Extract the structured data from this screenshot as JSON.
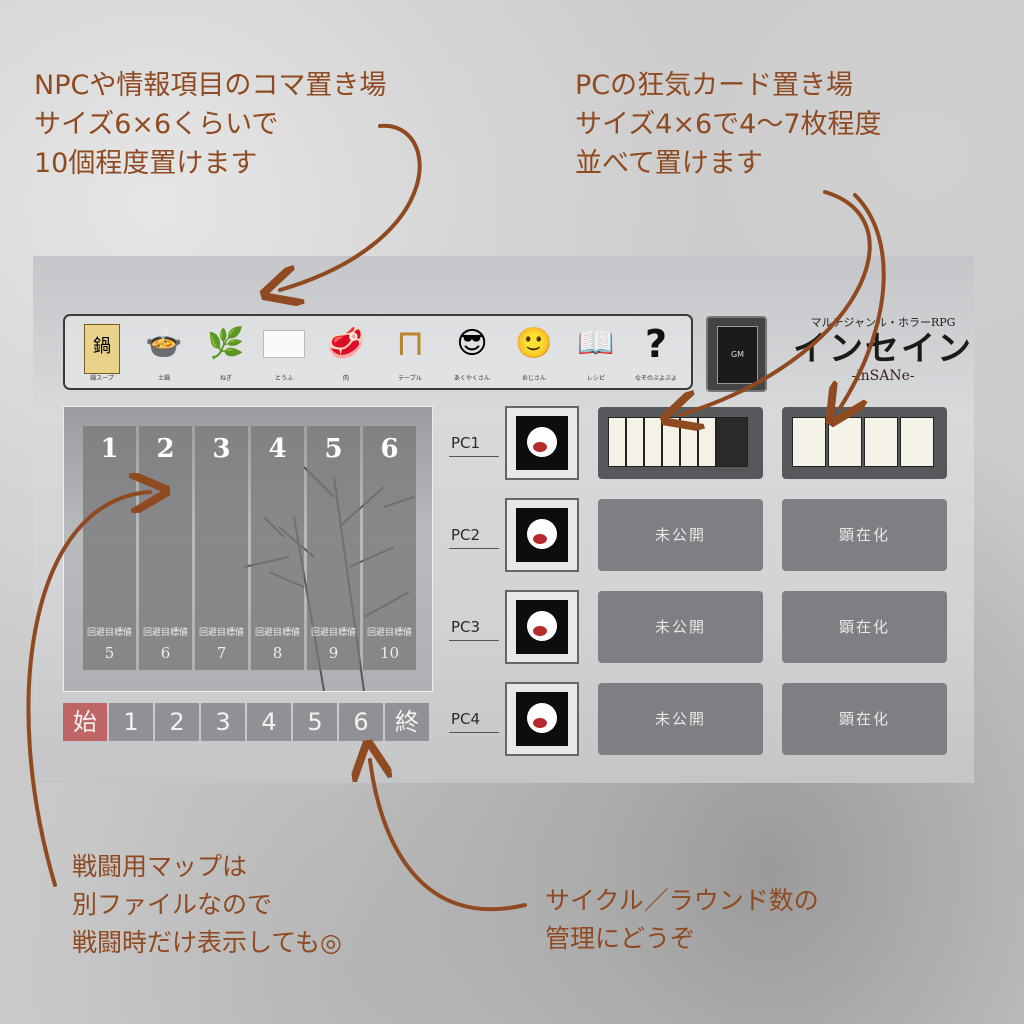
{
  "annotations": {
    "npc_area": "NPCや情報項目のコマ置き場\nサイズ6×6くらいで\n10個程度置けます",
    "pc_area": "PCの狂気カード置き場\nサイズ4×6で4〜7枚程度\n並べて置けます",
    "battle_map": "戦闘用マップは\n別ファイルなので\n戦闘時だけ表示しても◎",
    "cycle": "サイクル／ラウンド数の\n管理にどうぞ"
  },
  "npc_pieces": [
    {
      "label": "鍋スープ",
      "icon": "soup-pack-icon",
      "glyph": "鍋"
    },
    {
      "label": "土鍋",
      "icon": "clay-pot-icon",
      "glyph": "🍲"
    },
    {
      "label": "ねぎ",
      "icon": "leek-icon",
      "glyph": "🌿"
    },
    {
      "label": "とうふ",
      "icon": "tofu-icon",
      "glyph": "▭"
    },
    {
      "label": "肉",
      "icon": "meat-icon",
      "glyph": "🥩"
    },
    {
      "label": "テーブル",
      "icon": "table-icon",
      "glyph": "⊓"
    },
    {
      "label": "あくやくさん",
      "icon": "sunglasses-man-icon",
      "glyph": "😎"
    },
    {
      "label": "おじさん",
      "icon": "man-icon",
      "glyph": "🙂"
    },
    {
      "label": "レシピ",
      "icon": "book-icon",
      "glyph": "📖"
    },
    {
      "label": "なぞのぶよぶよ",
      "icon": "question-icon",
      "glyph": "?"
    }
  ],
  "logo": {
    "subtitle": "マルチジャンル・ホラーRPG",
    "title": "インセイン",
    "english": "-inSANe-"
  },
  "gm_card": {
    "label": "GM"
  },
  "floor_columns": [
    {
      "number": "1",
      "caption": "回避目標値",
      "value": "5"
    },
    {
      "number": "2",
      "caption": "回避目標値",
      "value": "6"
    },
    {
      "number": "3",
      "caption": "回避目標値",
      "value": "7"
    },
    {
      "number": "4",
      "caption": "回避目標値",
      "value": "8"
    },
    {
      "number": "5",
      "caption": "回避目標値",
      "value": "9"
    },
    {
      "number": "6",
      "caption": "回避目標値",
      "value": "10"
    }
  ],
  "round_track": [
    "始",
    "1",
    "2",
    "3",
    "4",
    "5",
    "6",
    "終"
  ],
  "pcs": [
    {
      "label": "PC1",
      "left_slot": "",
      "right_slot": ""
    },
    {
      "label": "PC2",
      "left_slot": "未公開",
      "right_slot": "顕在化"
    },
    {
      "label": "PC3",
      "left_slot": "未公開",
      "right_slot": "顕在化"
    },
    {
      "label": "PC4",
      "left_slot": "未公開",
      "right_slot": "顕在化"
    }
  ],
  "colors": {
    "accent": "#8f4a22",
    "start_cell": "#c06565",
    "cell": "#8f9194"
  }
}
